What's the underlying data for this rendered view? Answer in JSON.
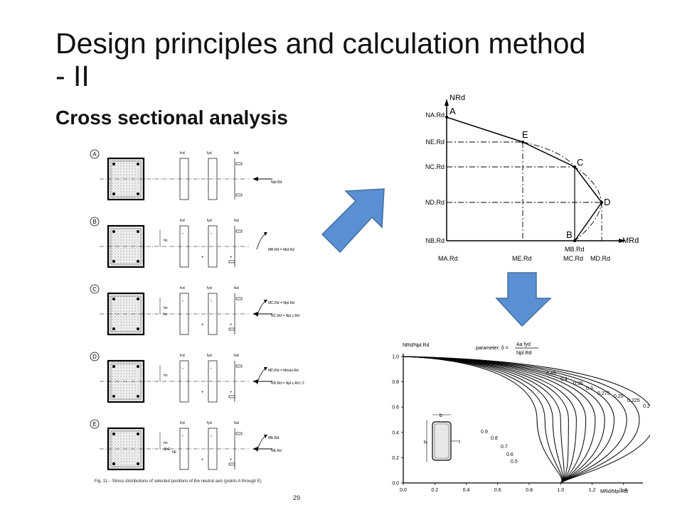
{
  "slide": {
    "title": "Design principles and calculation method - II",
    "subtitle": "Cross sectional analysis",
    "page_number": "29"
  },
  "stress_figure": {
    "caption": "Fig. 11 – Stress distributions of selected positions of the neutral axis (points A through E)",
    "columns": [
      "fcd",
      "fyd",
      "fsd"
    ],
    "panels": [
      {
        "label": "A",
        "moment": "",
        "force": "Npl.Rd",
        "depths": []
      },
      {
        "label": "B",
        "moment": "MB.Rd = Mpl.Rd",
        "force": "",
        "depths": [
          "hn"
        ]
      },
      {
        "label": "C",
        "moment": "MC.Rd = Mpl.Rd",
        "force": "NC.Rd = Npl.c.Rd",
        "depths": [
          "hn",
          "hn"
        ]
      },
      {
        "label": "D",
        "moment": "MD.Rd = Mmax.Rd",
        "force": "ND.Rd = Npl.c.Rd / 2",
        "depths": [
          "hn"
        ]
      },
      {
        "label": "E",
        "moment": "ME.Rd",
        "force": "NE.Rd",
        "depths": [
          "hn",
          "ΔhE",
          "hE"
        ]
      }
    ]
  },
  "interaction_diagram": {
    "y_axis_label": "NRd",
    "x_axis_label": "MRd",
    "points": [
      "A",
      "E",
      "C",
      "D",
      "B"
    ],
    "n_labels": [
      "NA.Rd",
      "NE.Rd",
      "NC.Rd",
      "ND.Rd",
      "NB.Rd"
    ],
    "m_labels": [
      "MA.Rd",
      "ME.Rd",
      "MB.Rd",
      "MC.Rd",
      "MD.Rd"
    ]
  },
  "chart": {
    "y_axis_label": "NRd/Npl.Rd",
    "x_axis_label": "MRd/Mpl.Rd",
    "parameter_text": "parameter: δ =",
    "parameter_num": "Aa fyd",
    "parameter_den": "Npl.Rd",
    "x_ticks": [
      "0.0",
      "0.2",
      "0.4",
      "0.6",
      "0.8",
      "1.0",
      "1.2",
      "1.4"
    ],
    "y_ticks": [
      "0.0",
      "0.2",
      "0.4",
      "0.6",
      "0.8",
      "1.0"
    ],
    "curve_labels_upper": [
      "0.45",
      "0.4",
      "0.35",
      "0.3",
      "0.275",
      "0.25",
      "0.225",
      "0.2"
    ],
    "curve_labels_lower": [
      "0.9",
      "0.8",
      "0.7",
      "0.6",
      "0.5"
    ],
    "section_labels": [
      "b",
      "h",
      "t"
    ]
  },
  "colors": {
    "arrow": "#5b8fd3",
    "arrow_stroke": "#41719c"
  }
}
